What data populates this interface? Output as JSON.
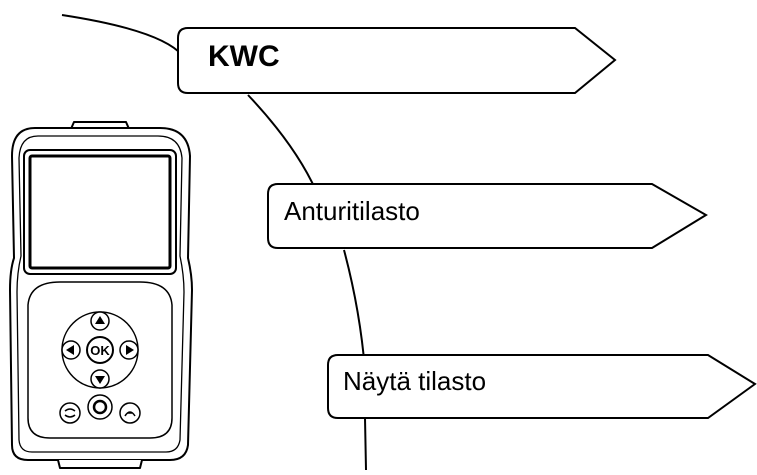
{
  "menu_path": [
    {
      "label": "KWC",
      "emphasis": "bold"
    },
    {
      "label": "Anturitilasto",
      "emphasis": "normal"
    },
    {
      "label": "Näytä tilasto",
      "emphasis": "normal"
    }
  ],
  "device": {
    "ok_label": "OK",
    "icons": [
      "arrow-up-icon",
      "arrow-down-icon",
      "arrow-left-icon",
      "arrow-right-icon",
      "power-icon",
      "left-function-icon",
      "right-function-icon"
    ]
  },
  "colors": {
    "line": "#000000",
    "device_body": "#ffffff",
    "screen": "#ffffff"
  }
}
